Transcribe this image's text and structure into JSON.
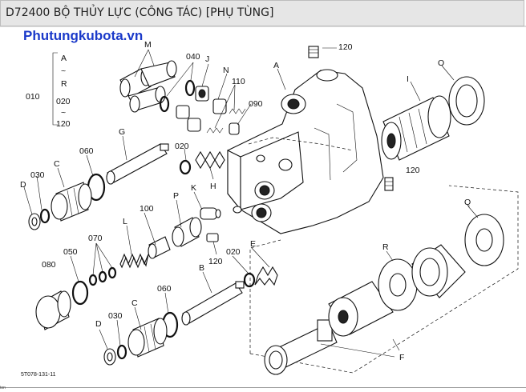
{
  "header": {
    "title": "D72400 BỘ THỦY LỰC (CÔNG TÁC) [PHỤ TÙNG]",
    "brand": "Phutungkubota.vn"
  },
  "diagram": {
    "code": "5T078-131-11",
    "footnote": "ton",
    "labels": {
      "M": "M",
      "n040": "040",
      "J": "J",
      "N": "N",
      "n110": "110",
      "n090": "090",
      "A": "A",
      "n120a": "120",
      "I": "I",
      "O": "O",
      "n010": "010",
      "range_top": "A",
      "range_mid": "R",
      "range_020": "020",
      "range_120": "120",
      "tilde1": "~",
      "tilde2": "~",
      "G": "G",
      "n020a": "020",
      "H": "H",
      "n060a": "060",
      "C1": "C",
      "n030a": "030",
      "D1": "D",
      "P": "P",
      "K": "K",
      "n100": "100",
      "n120b": "120",
      "n120c": "120",
      "L": "L",
      "n070": "070",
      "n080": "080",
      "n050": "050",
      "E": "E",
      "n020b": "020",
      "B": "B",
      "n060b": "060",
      "C2": "C",
      "n030b": "030",
      "D2": "D",
      "Q": "Q",
      "R": "R",
      "F": "F"
    }
  }
}
